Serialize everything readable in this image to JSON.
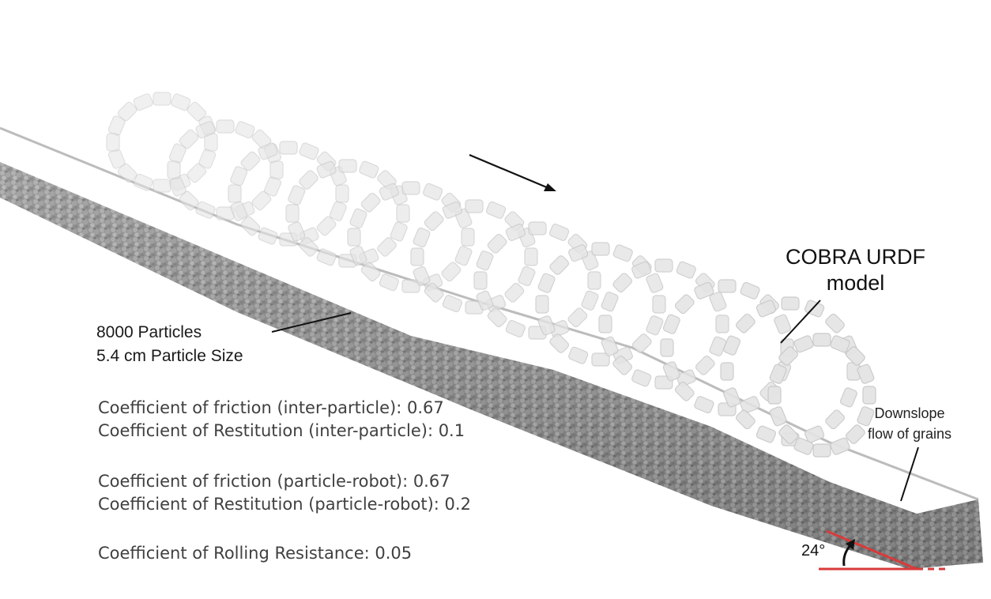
{
  "labels": {
    "particle_count": "8000 Particles",
    "particle_size": "5.4 cm Particle Size",
    "model_line1": "COBRA URDF",
    "model_line2": "model",
    "flow_line1": "Downslope",
    "flow_line2": "flow of grains",
    "slope_angle": "24°"
  },
  "parameters": {
    "group1": [
      "Coefficient of friction (inter-particle): 0.67",
      "Coefficient of Restitution (inter-particle): 0.1"
    ],
    "group2": [
      "Coefficient of friction (particle-robot): 0.67",
      "Coefficient of Restitution (particle-robot): 0.2"
    ],
    "group3": [
      "Coefficient of Rolling Resistance: 0.05"
    ]
  },
  "colors": {
    "grain": "#8e8e8e",
    "grain_dark": "#6f6f6f",
    "robot": "#e4e4e4",
    "robot_edge": "#c8c8c8",
    "angle_marker": "#d93a3a"
  }
}
